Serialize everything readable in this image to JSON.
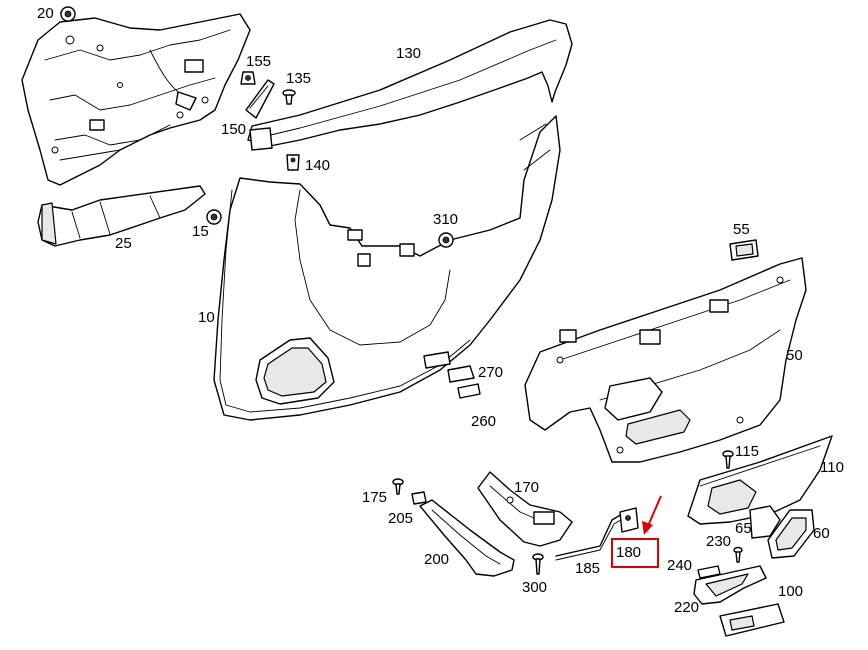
{
  "diagram": {
    "callouts": {
      "c10": "10",
      "c15": "15",
      "c20": "20",
      "c25": "25",
      "c50": "50",
      "c55": "55",
      "c60": "60",
      "c65": "65",
      "c100": "100",
      "c110": "110",
      "c115": "115",
      "c130": "130",
      "c135": "135",
      "c140": "140",
      "c150": "150",
      "c155": "155",
      "c170": "170",
      "c175": "175",
      "c180": "180",
      "c185": "185",
      "c200": "200",
      "c205": "205",
      "c220": "220",
      "c230": "230",
      "c240": "240",
      "c260": "260",
      "c270": "270",
      "c300": "300",
      "c310": "310"
    },
    "highlight": {
      "color": "#e00000",
      "part": "180"
    },
    "line_color": "#000000",
    "background": "#ffffff"
  }
}
